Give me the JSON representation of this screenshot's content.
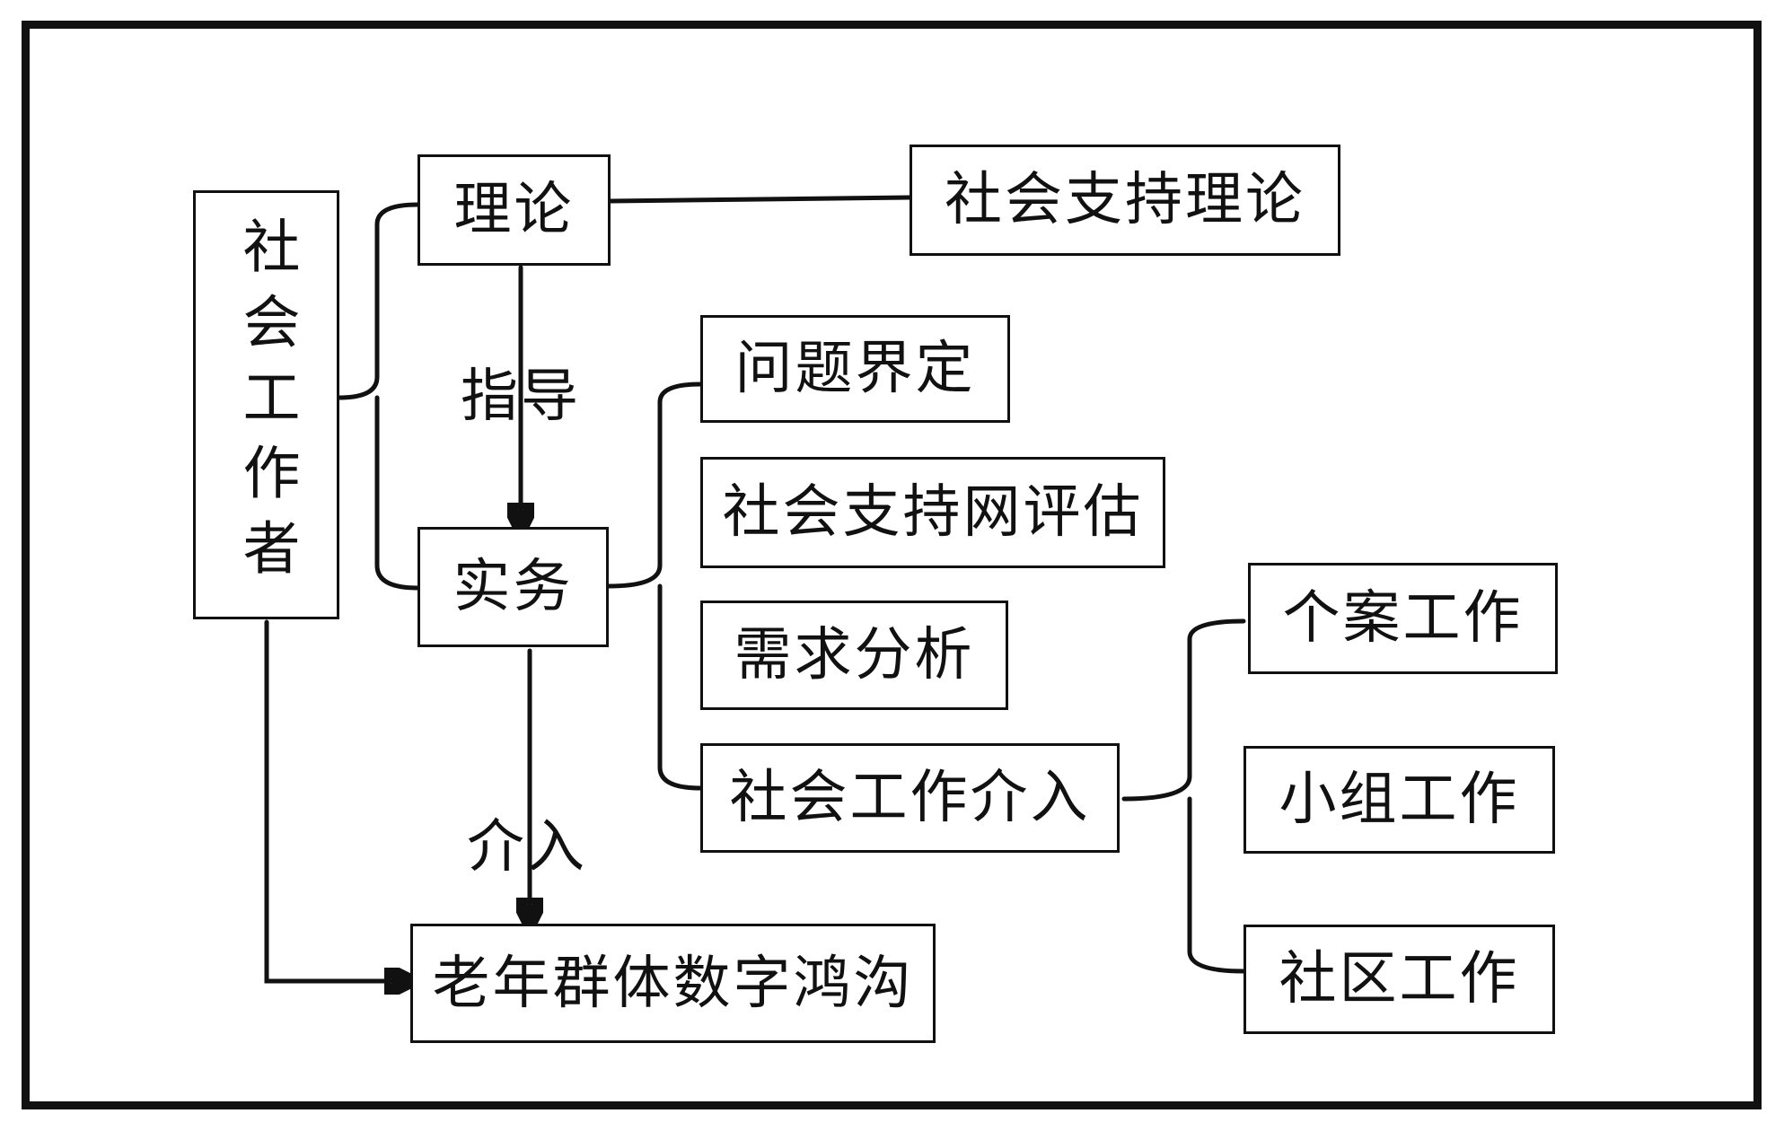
{
  "diagram": {
    "nodes": {
      "social_worker": "社会工作者",
      "theory": "理论",
      "social_support_theory": "社会支持理论",
      "practice": "实务",
      "problem_definition": "问题界定",
      "network_assessment": "社会支持网评估",
      "needs_analysis": "需求分析",
      "intervention": "社会工作介入",
      "case_work": "个案工作",
      "group_work": "小组工作",
      "community_work": "社区工作",
      "target": "老年群体数字鸿沟"
    },
    "edge_labels": {
      "guide": "指导",
      "intervene": "介入"
    }
  }
}
